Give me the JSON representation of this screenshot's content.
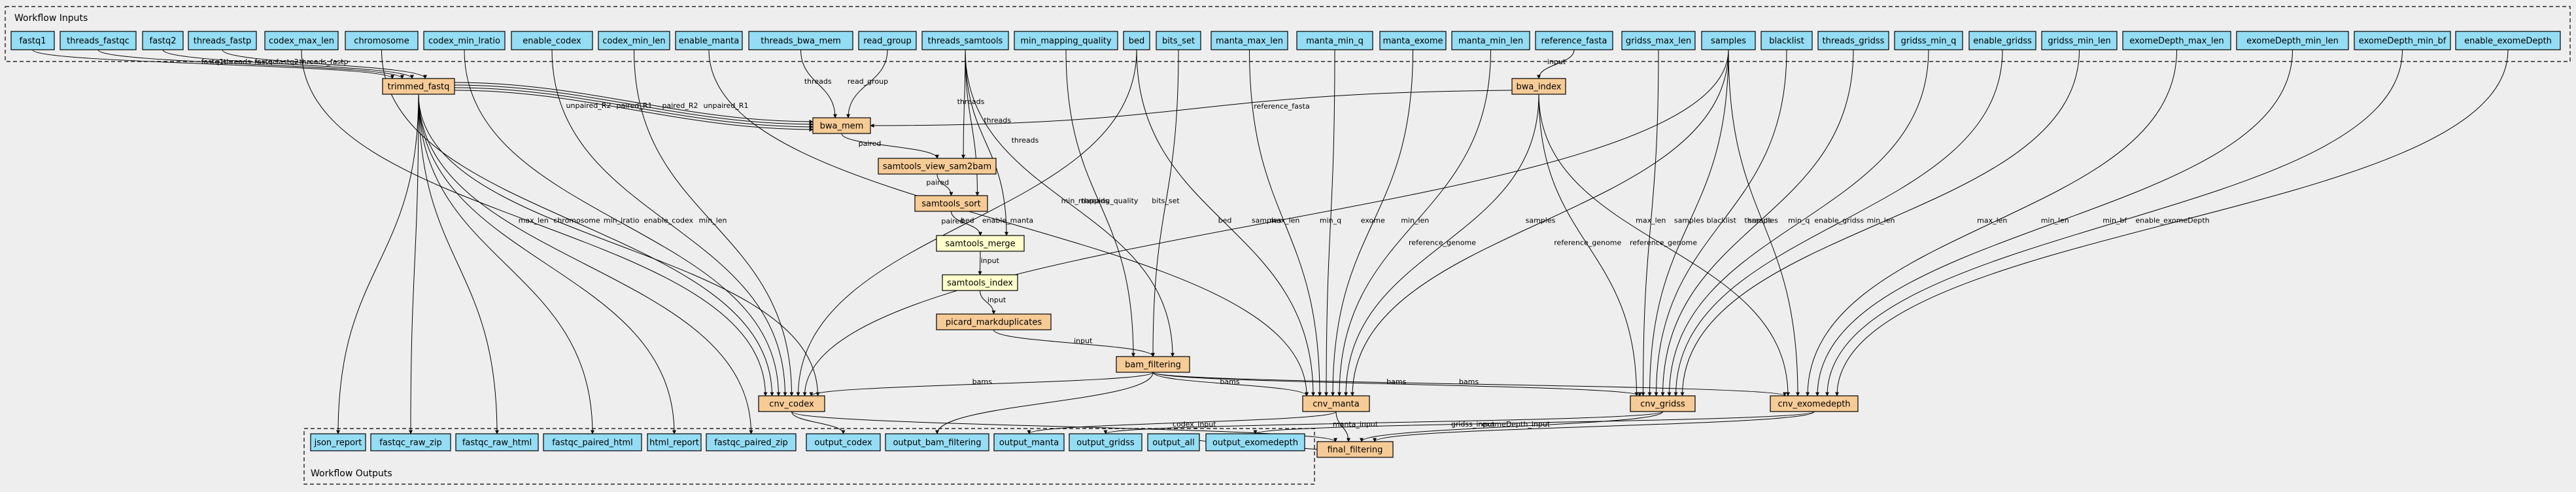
{
  "clusters": {
    "inputs_label": "Workflow Inputs",
    "outputs_label": "Workflow Outputs"
  },
  "colors": {
    "background": "#eeeeee",
    "input_fill": "#94ddf4",
    "step_fill": "#f7cb96",
    "tool_fill": "#ffffcc",
    "output_fill": "#94ddf4",
    "stroke": "#000000"
  },
  "inputs": [
    "fastq1",
    "threads_fastqc",
    "fastq2",
    "threads_fastp",
    "codex_max_len",
    "chromosome",
    "codex_min_lratio",
    "enable_codex",
    "codex_min_len",
    "enable_manta",
    "threads_bwa_mem",
    "read_group",
    "threads_samtools",
    "min_mapping_quality",
    "bed",
    "bits_set",
    "manta_max_len",
    "manta_min_q",
    "manta_exome",
    "manta_min_len",
    "reference_fasta",
    "gridss_max_len",
    "samples",
    "blacklist",
    "threads_gridss",
    "gridss_min_q",
    "enable_gridss",
    "gridss_min_len",
    "exomeDepth_max_len",
    "exomeDepth_min_len",
    "exomeDepth_min_bf",
    "enable_exomeDepth"
  ],
  "steps": [
    "trimmed_fastq",
    "bwa_index",
    "bwa_mem",
    "samtools_view_sam2bam",
    "samtools_sort",
    "samtools_merge",
    "samtools_index",
    "picard_markduplicates",
    "bam_filtering",
    "cnv_codex",
    "cnv_manta",
    "cnv_gridss",
    "cnv_exomedepth",
    "final_filtering"
  ],
  "outputs": [
    "json_report",
    "fastqc_raw_zip",
    "fastqc_raw_html",
    "fastqc_paired_html",
    "html_report",
    "fastqc_paired_zip",
    "output_codex",
    "output_bam_filtering",
    "output_manta",
    "output_gridss",
    "output_all",
    "output_exomedepth"
  ],
  "edge_labels": {
    "fastq1": "fastq1",
    "threads_fastqc": "threads_fastqc",
    "fastq2": "fastq2",
    "threads_fastp": "threads_fastp",
    "threads": "threads",
    "read_group": "read_group",
    "unpaired_R2": "unpaired_R2",
    "paired_R1": "paired_R1",
    "unpaired_R1": "unpaired_R1",
    "paired": "paired",
    "paired_R2": "paired_R2",
    "input": "input",
    "reference_fasta": "reference_fasta",
    "max_len": "max_len",
    "chromosome": "chromosome",
    "min_lratio": "min_lratio",
    "enable_codex": "enable_codex",
    "min_len": "min_len",
    "enable_manta": "enable_manta",
    "bed": "bed",
    "min_mapping_quality": "min_mapping_quality",
    "bits_set": "bits_set",
    "min_q": "min_q",
    "exome": "exome",
    "samples": "samples",
    "reference_genome": "reference_genome",
    "blacklist": "blacklist",
    "enable_gridss": "enable_gridss",
    "min_bf": "min_bf",
    "enable_exomeDepth": "enable_exomeDepth",
    "bams": "bams",
    "codex_input": "codex_input",
    "manta_input": "manta_input",
    "gridss_input": "gridss_input",
    "exomeDepth_input": "exomeDepth_input"
  }
}
